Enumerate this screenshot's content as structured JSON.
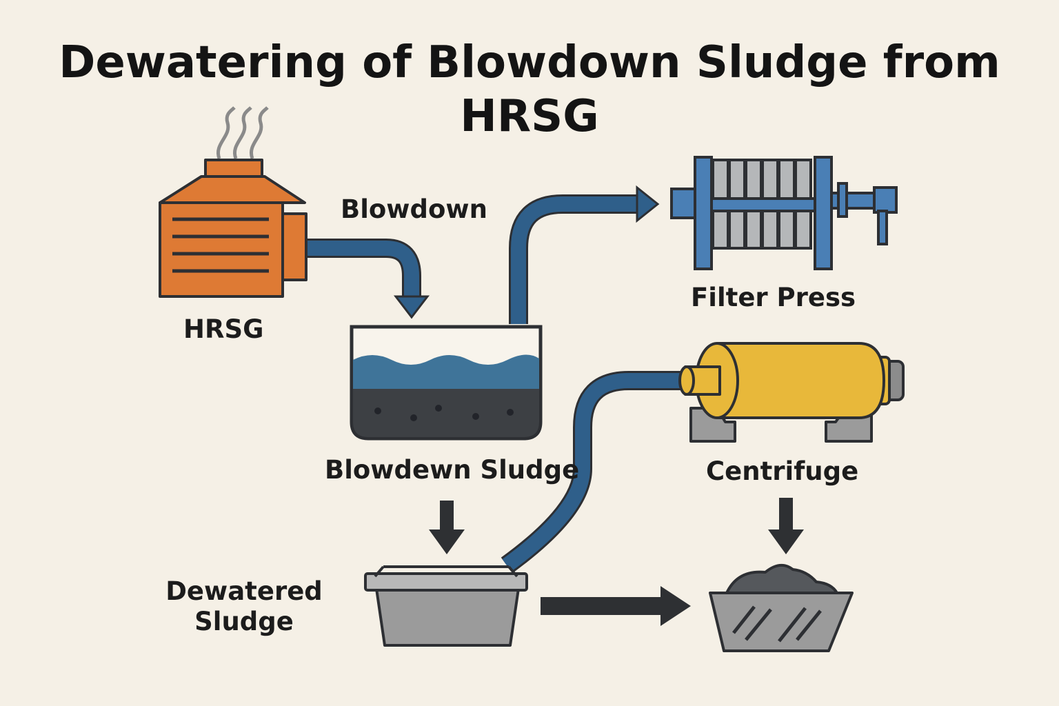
{
  "title_line1": "Dewatering of Blowdown Sludge from",
  "title_line2": "HRSG",
  "labels": {
    "hrsg": "HRSG",
    "blowdown": "Blowdown",
    "blowdown_sludge": "Blowdewn Sludge",
    "filter_press": "Filter Press",
    "centrifuge": "Centrifuge",
    "dewatered_line1": "Dewatered",
    "dewatered_line2": "Sludge"
  },
  "colors": {
    "background": "#f5f0e6",
    "outline": "#2d2f33",
    "hrsg_body": "#de7a34",
    "pipe_blue": "#2f5f8a",
    "water_blue": "#3f7499",
    "sludge_dark": "#3d4044",
    "press_blue": "#4a7fb5",
    "centrifuge_yellow": "#e8b83a",
    "bin_gray": "#9b9b9b"
  },
  "icons": [
    "hrsg-boiler-icon",
    "settling-tank-icon",
    "filter-press-icon",
    "centrifuge-icon",
    "sludge-bin-icon",
    "sludge-cake-container-icon"
  ]
}
